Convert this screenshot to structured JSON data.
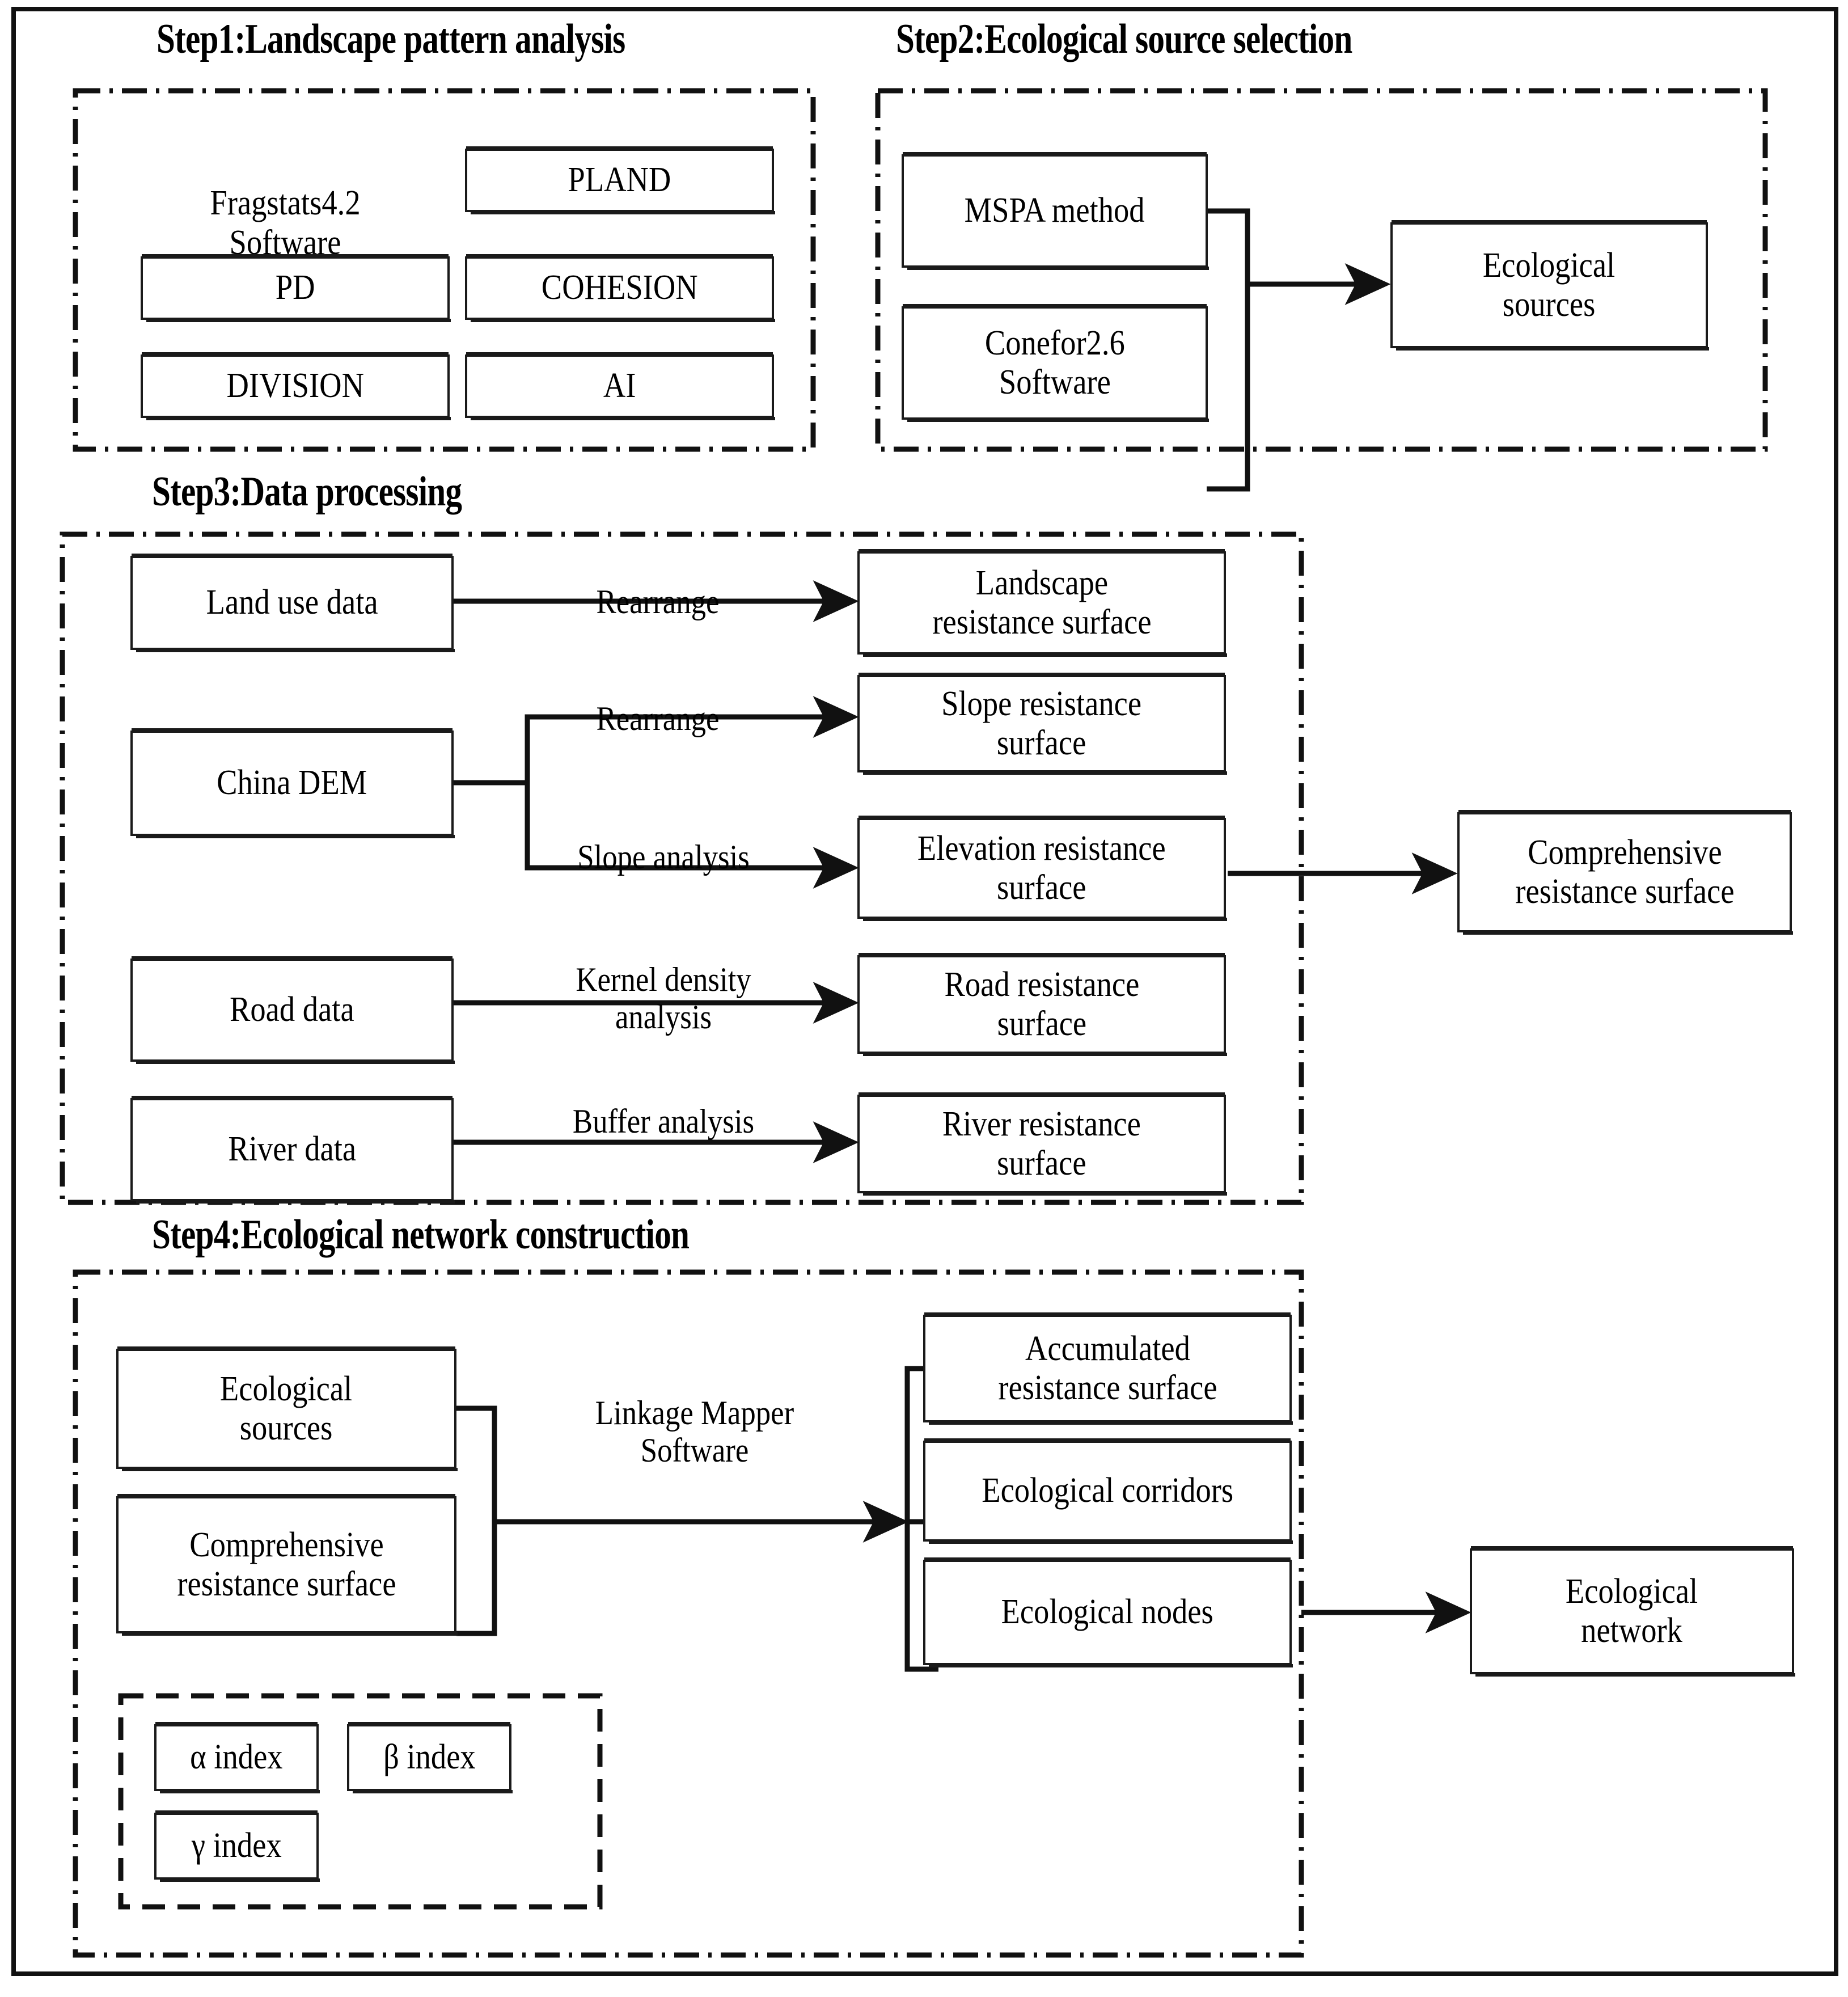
{
  "figure": {
    "title": "Ecological network construction workflow",
    "accent_color": "#000000",
    "background_color": "#ffffff"
  },
  "steps": [
    {
      "id": "step1",
      "title": "Step1:Landscape pattern analysis",
      "software_label": "Fragstats4.2\nSoftware",
      "metrics": [
        "PLAND",
        "PD",
        "COHESION",
        "DIVISION",
        "AI"
      ]
    },
    {
      "id": "step2",
      "title": "Step2:Ecological source selection",
      "inputs": [
        "MSPA method",
        "Conefor2.6\nSoftware"
      ],
      "output": "Ecological\nsources"
    },
    {
      "id": "step3",
      "title": "Step3:Data processing",
      "rows": [
        {
          "source": "Land use data",
          "process": "Rearrange",
          "result": "Landscape\nresistance surface"
        },
        {
          "source": "China DEM",
          "process": "Rearrange",
          "result": "Slope resistance\nsurface"
        },
        {
          "source": "China DEM",
          "process": "Slope analysis",
          "result": "Elevation resistance\nsurface"
        },
        {
          "source": "Road data",
          "process": "Kernel density\nanalysis",
          "result": "Road resistance\nsurface"
        },
        {
          "source": "River data",
          "process": "Buffer analysis",
          "result": "River resistance\nsurface"
        }
      ],
      "output": "Comprehensive\nresistance surface"
    },
    {
      "id": "step4",
      "title": "Step4:Ecological network construction",
      "inputs": [
        "Ecological\nsources",
        "Comprehensive\nresistance  surface"
      ],
      "process": "Linkage Mapper\nSoftware",
      "outputs": [
        "Accumulated\nresistance  surface",
        "Ecological corridors",
        "Ecological  nodes"
      ],
      "final": "Ecological\nnetwork",
      "indices": [
        "α index",
        "β index",
        "γ index"
      ]
    }
  ]
}
